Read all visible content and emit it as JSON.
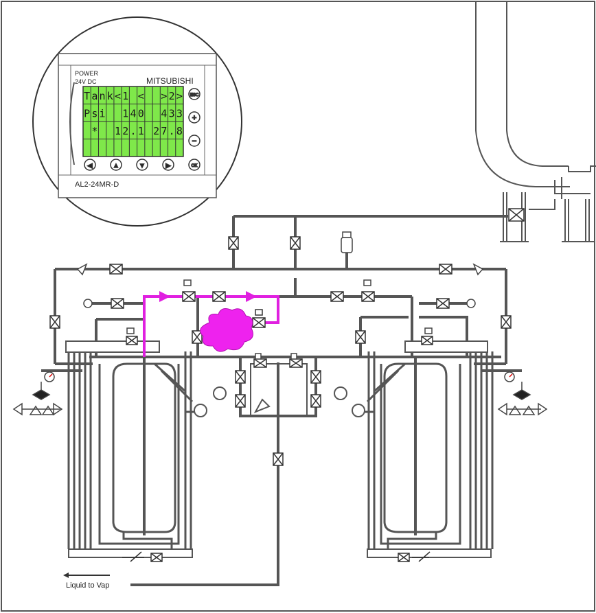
{
  "plc": {
    "power_label_1": "POWER",
    "power_label_2": "24V DC",
    "brand": "MITSUBISHI",
    "model": "AL2-24MR-D",
    "lcd_rows": [
      [
        "T",
        "a",
        "n",
        "k",
        "<",
        "1",
        " ",
        "<",
        " ",
        " ",
        ">",
        "2",
        ">"
      ],
      [
        "P",
        "s",
        "i",
        " ",
        " ",
        "1",
        "4",
        "0",
        " ",
        " ",
        "4",
        "3",
        "3"
      ],
      [
        " ",
        "*",
        " ",
        " ",
        "1",
        "2",
        ".",
        "1",
        " ",
        "2",
        "7",
        ".",
        "8"
      ],
      [
        " ",
        " ",
        " ",
        " ",
        " ",
        " ",
        " ",
        " ",
        " ",
        " ",
        " ",
        " ",
        " "
      ]
    ],
    "side_buttons": [
      "ESC",
      "+",
      "−"
    ],
    "bottom_buttons": [
      "◀",
      "▲",
      "▼",
      "▶",
      "OK"
    ],
    "lcd_color": "#7fe84a"
  },
  "labels": {
    "liquid_to_vap": "Liquid to Vap"
  },
  "colors": {
    "flow_highlight": "#e020e0",
    "pipe": "#555555"
  }
}
